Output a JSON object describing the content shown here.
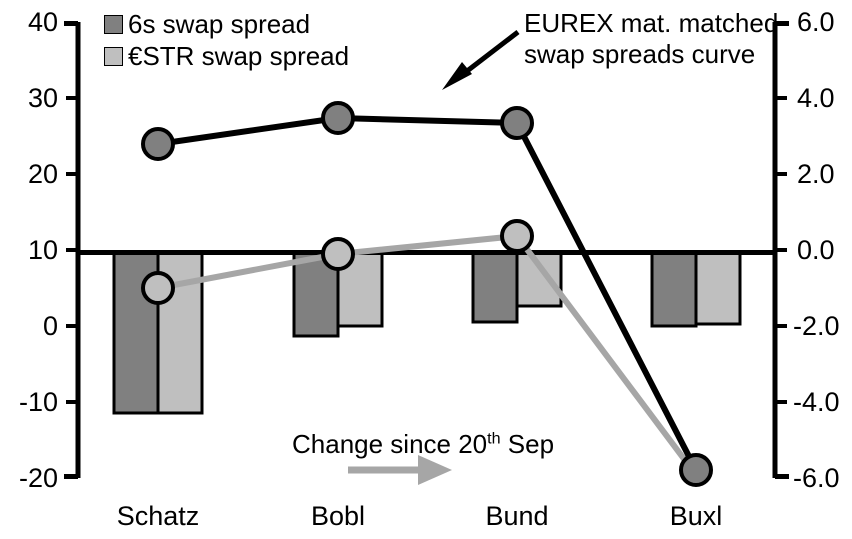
{
  "chart_data": {
    "type": "bar",
    "title": "",
    "subtitle": "",
    "xlabel": "",
    "ylabel": "",
    "categories": [
      "Schatz",
      "Bobl",
      "Bund",
      "Buxl"
    ],
    "left_axis": {
      "label": "",
      "ticks": [
        "40",
        "30",
        "20",
        "10",
        "0",
        "-10",
        "-20"
      ],
      "tick_values": [
        40,
        30,
        20,
        10,
        0,
        -10,
        -20
      ],
      "ylim": [
        -20,
        40
      ]
    },
    "right_axis": {
      "label": "",
      "ticks": [
        "6.0",
        "4.0",
        "2.0",
        "0.0",
        "-2.0",
        "-4.0",
        "-6.0"
      ],
      "tick_values": [
        6.0,
        4.0,
        2.0,
        0.0,
        -2.0,
        -4.0,
        -6.0
      ],
      "ylim": [
        -6.0,
        6.0
      ]
    },
    "grid": false,
    "zero_line_left_value": 10,
    "series": [
      {
        "name": "6s swap spread",
        "type": "bar",
        "axis": "right",
        "color": "#808080",
        "values": [
          -4.05,
          -1.95,
          -1.55,
          -1.25
        ]
      },
      {
        "name": "€STR swap spread",
        "type": "bar",
        "axis": "right",
        "color": "#bfbfbf",
        "values": [
          -4.05,
          -1.25,
          -0.9,
          -1.2
        ]
      },
      {
        "name": "EUREX mat. matched swap spreads curve",
        "type": "line",
        "axis": "left",
        "color": "#000000",
        "marker_fill": "#808080",
        "values": [
          24.5,
          28.0,
          27.3,
          -18.0
        ]
      },
      {
        "name": "Change since 20th Sep",
        "type": "line",
        "axis": "left",
        "color": "#a6a6a6",
        "marker_fill": "#bfbfbf",
        "values": [
          6.0,
          10.5,
          12.8,
          -18.8
        ]
      }
    ],
    "legend": {
      "position": "top-left",
      "entries": [
        {
          "label": "6s swap spread",
          "color": "#808080"
        },
        {
          "label": "€STR swap spread",
          "color": "#bfbfbf"
        }
      ]
    },
    "annotations": [
      {
        "name": "eurex-callout",
        "line1": "EUREX mat. matched",
        "line2": "swap spreads curve",
        "arrow": "down-left",
        "color": "#000000"
      },
      {
        "name": "change-callout",
        "text_before": "Change since 20",
        "text_sup": "th",
        "text_after": " Sep",
        "arrow": "right",
        "color": "#a6a6a6"
      }
    ]
  },
  "axis_left": {
    "t0": "40",
    "t1": "30",
    "t2": "20",
    "t3": "10",
    "t4": "0",
    "t5": "-10",
    "t6": "-20"
  },
  "axis_right": {
    "t0": "6.0",
    "t1": "4.0",
    "t2": "2.0",
    "t3": "0.0",
    "t4": "-2.0",
    "t5": "-4.0",
    "t6": "-6.0"
  },
  "categories": {
    "c0": "Schatz",
    "c1": "Bobl",
    "c2": "Bund",
    "c3": "Buxl"
  },
  "legend": {
    "item0": "6s swap spread",
    "item1": "€STR swap spread"
  },
  "annotations": {
    "eurex_line1": "EUREX mat. matched",
    "eurex_line2": "swap spreads curve",
    "change_before": "Change since 20",
    "change_sup": "th",
    "change_after": " Sep"
  },
  "colors": {
    "bar_dark": "#808080",
    "bar_light": "#bfbfbf",
    "line_black": "#000000",
    "line_gray": "#a6a6a6",
    "axis": "#000000"
  }
}
